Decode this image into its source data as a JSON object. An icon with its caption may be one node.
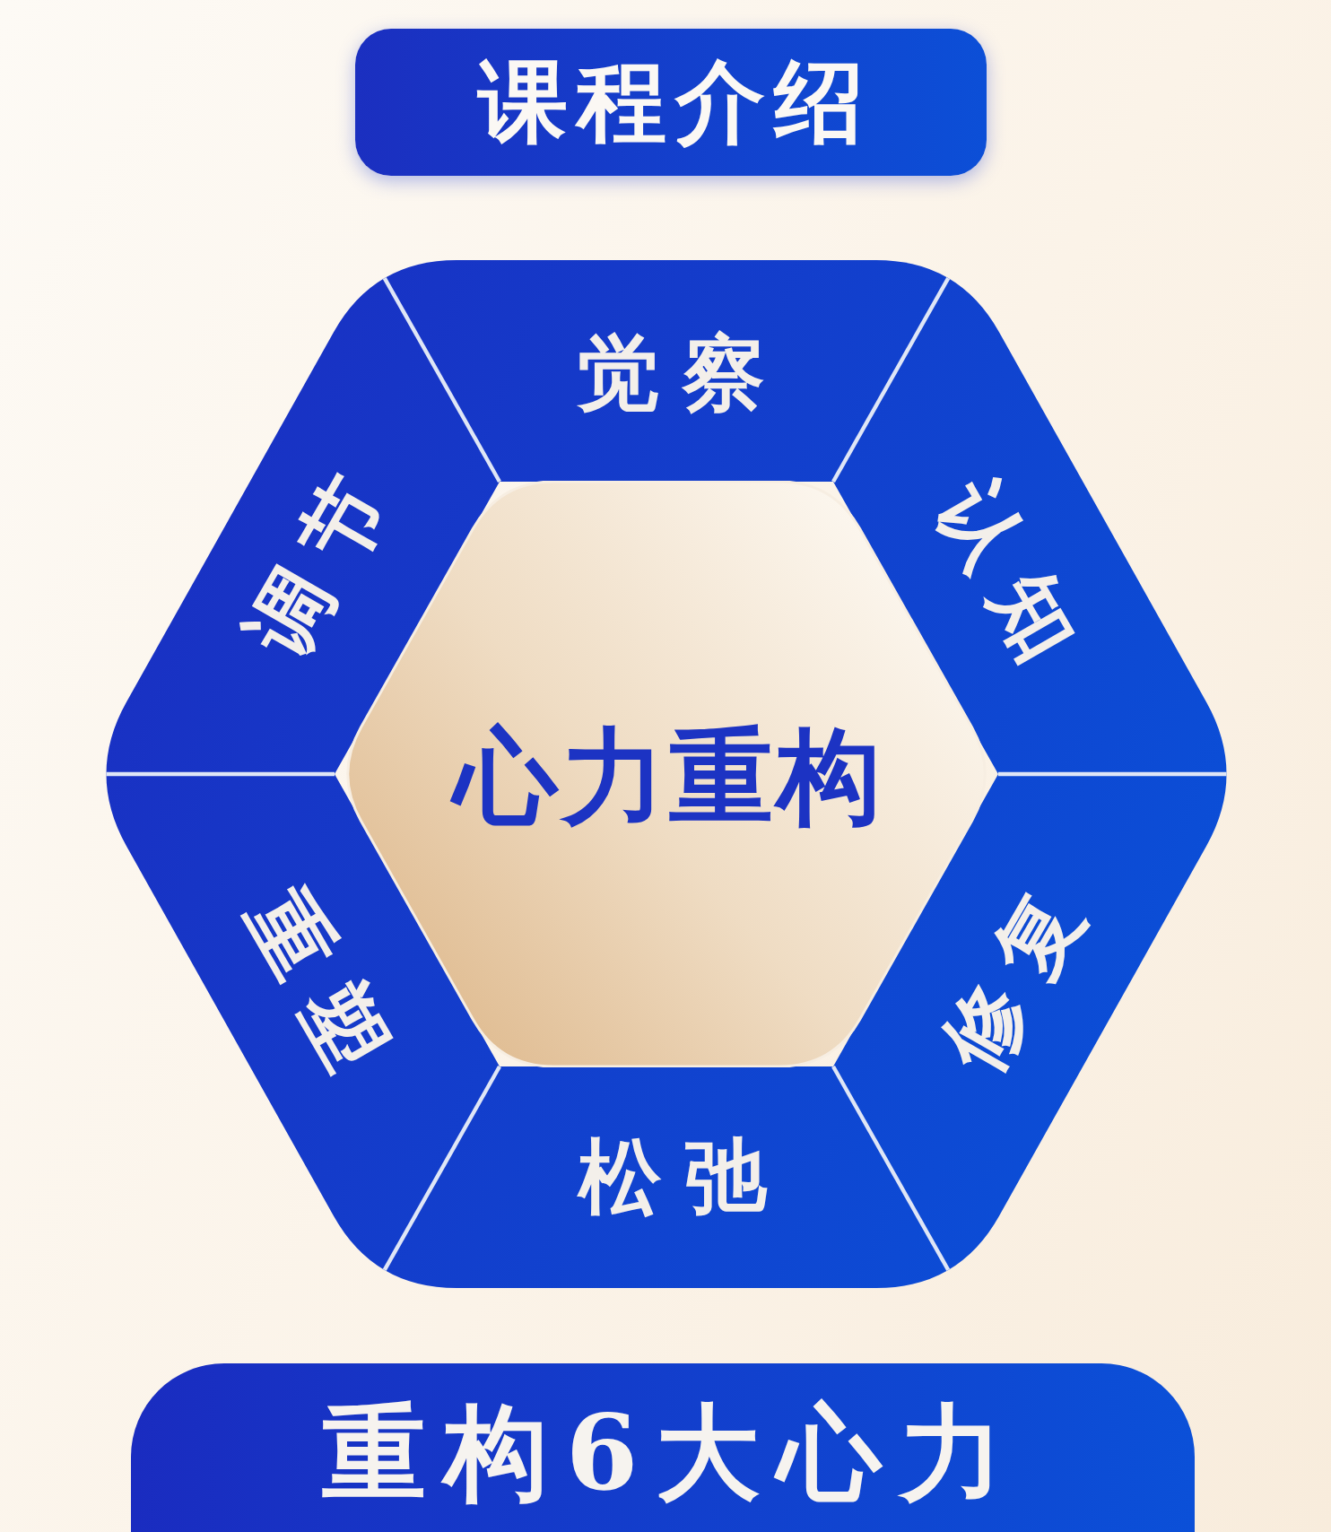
{
  "diagram": {
    "title": "课程介绍",
    "nodes": [
      {
        "text": [
          "觉察"
        ]
      },
      {
        "text": [
          "调节"
        ]
      },
      {
        "text": [
          "认知"
        ]
      },
      {
        "text": [
          "心力重构"
        ]
      },
      {
        "text": [
          "重塑"
        ]
      },
      {
        "text": [
          "修复"
        ]
      },
      {
        "text": [
          "松弛"
        ]
      }
    ],
    "labels": [
      "重构6大心力"
    ]
  }
}
